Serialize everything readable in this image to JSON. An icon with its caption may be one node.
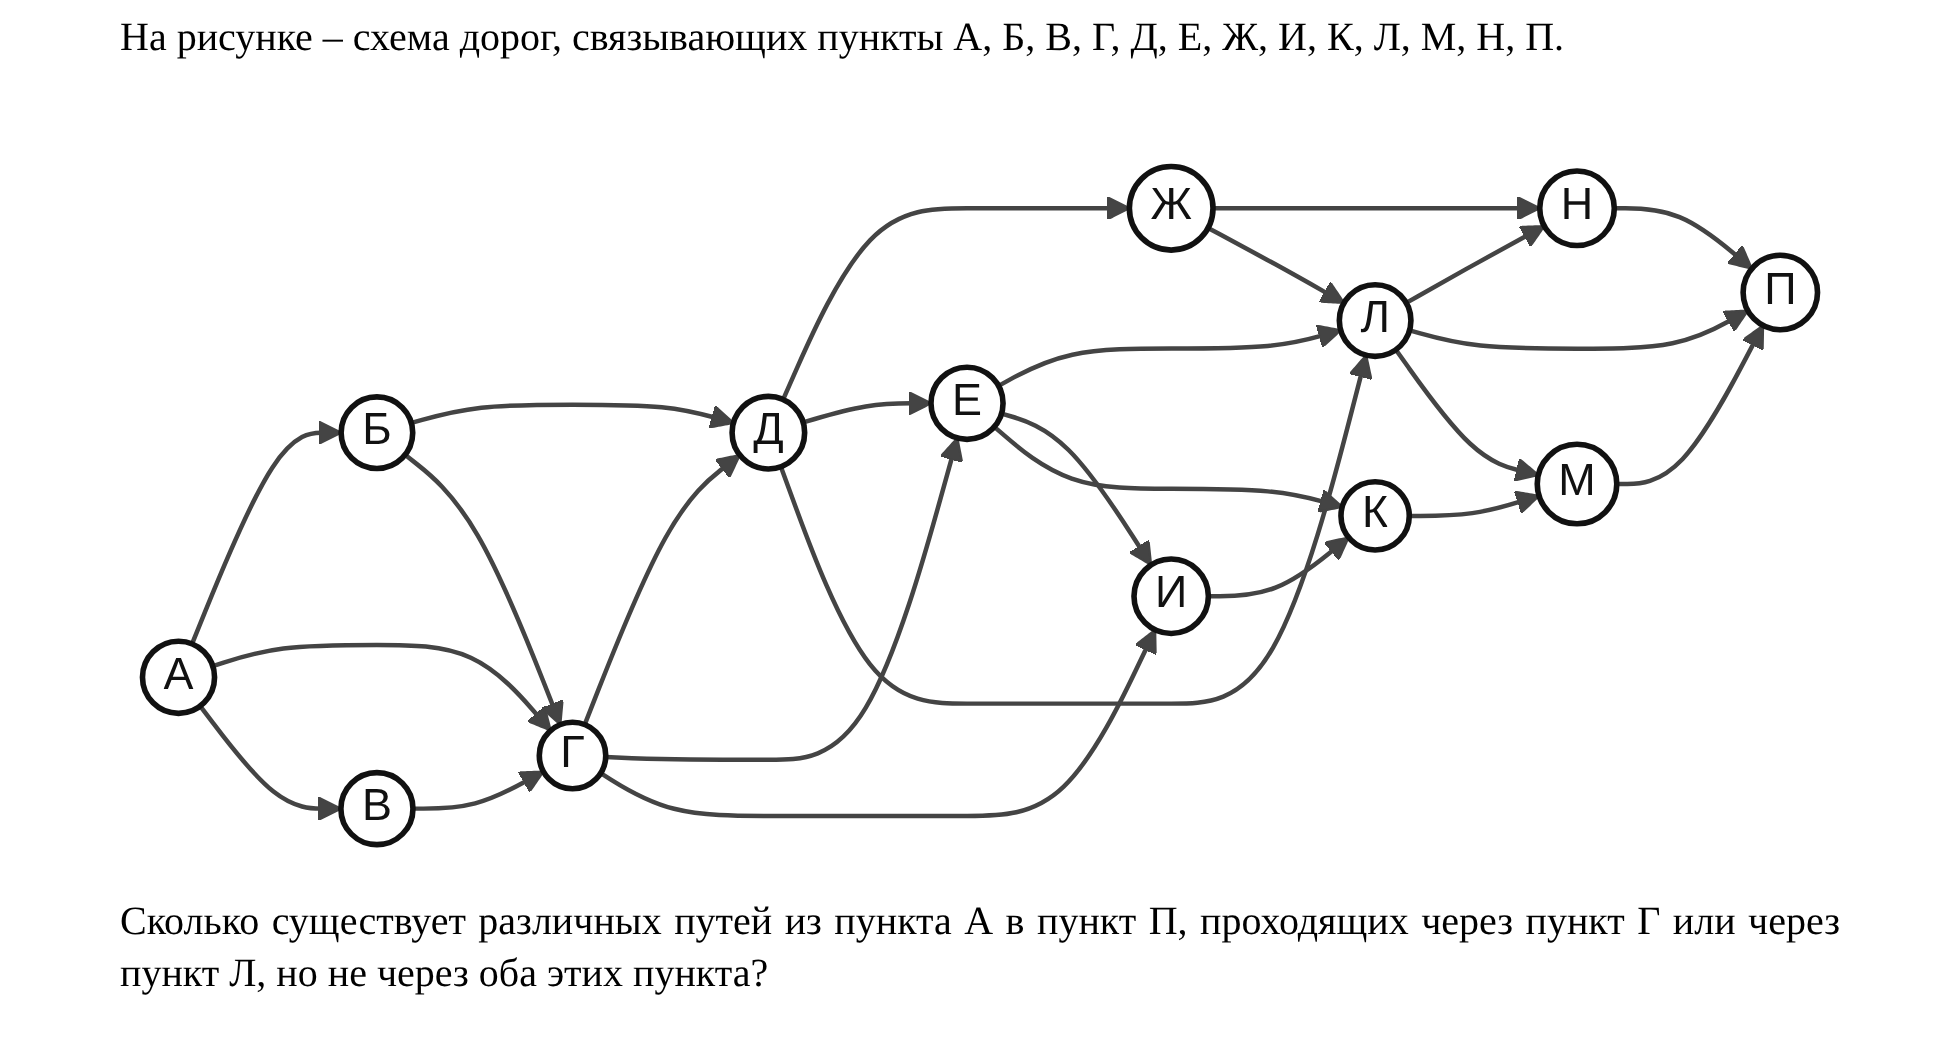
{
  "diagram": {
    "title": "На рисунке – схема дорог, связывающих пункты А, Б, В, Г, Д, Е, Ж, И, К, Л, М, Н, П.",
    "caption": "Сколько существует различных путей из пункта А в пункт П, проходящих через пункт Г или через пункт Л, но не через оба этих пункта?",
    "nodes": [
      {
        "text": [
          "А"
        ]
      },
      {
        "text": [
          "Б"
        ]
      },
      {
        "text": [
          "В"
        ]
      },
      {
        "text": [
          "Г"
        ]
      },
      {
        "text": [
          "Д"
        ]
      },
      {
        "text": [
          "Е"
        ]
      },
      {
        "text": [
          "Ж"
        ]
      },
      {
        "text": [
          "И"
        ]
      },
      {
        "text": [
          "К"
        ]
      },
      {
        "text": [
          "Л"
        ]
      },
      {
        "text": [
          "М"
        ]
      },
      {
        "text": [
          "Н"
        ]
      },
      {
        "text": [
          "П"
        ]
      }
    ],
    "edges": [
      {
        "from": 0,
        "to": 1,
        "arrow": "to"
      },
      {
        "from": 0,
        "to": 3,
        "arrow": "to"
      },
      {
        "from": 0,
        "to": 2,
        "arrow": "to"
      },
      {
        "from": 1,
        "to": 4,
        "arrow": "to"
      },
      {
        "from": 1,
        "to": 3,
        "arrow": "to"
      },
      {
        "from": 2,
        "to": 3,
        "arrow": "to"
      },
      {
        "from": 3,
        "to": 4,
        "arrow": "to"
      },
      {
        "from": 3,
        "to": 5,
        "arrow": "to"
      },
      {
        "from": 3,
        "to": 7,
        "arrow": "to"
      },
      {
        "from": 4,
        "to": 6,
        "arrow": "to"
      },
      {
        "from": 4,
        "to": 5,
        "arrow": "to"
      },
      {
        "from": 4,
        "to": 9,
        "arrow": "to"
      },
      {
        "from": 5,
        "to": 9,
        "arrow": "to"
      },
      {
        "from": 5,
        "to": 7,
        "arrow": "to"
      },
      {
        "from": 5,
        "to": 8,
        "arrow": "to"
      },
      {
        "from": 6,
        "to": 11,
        "arrow": "to"
      },
      {
        "from": 6,
        "to": 9,
        "arrow": "to"
      },
      {
        "from": 9,
        "to": 11,
        "arrow": "to"
      },
      {
        "from": 9,
        "to": 12,
        "arrow": "to"
      },
      {
        "from": 9,
        "to": 10,
        "arrow": "to"
      },
      {
        "from": 11,
        "to": 12,
        "arrow": "to"
      },
      {
        "from": 7,
        "to": 8,
        "arrow": "to"
      },
      {
        "from": 8,
        "to": 10,
        "arrow": "to"
      },
      {
        "from": 10,
        "to": 12,
        "arrow": "to"
      }
    ]
  }
}
